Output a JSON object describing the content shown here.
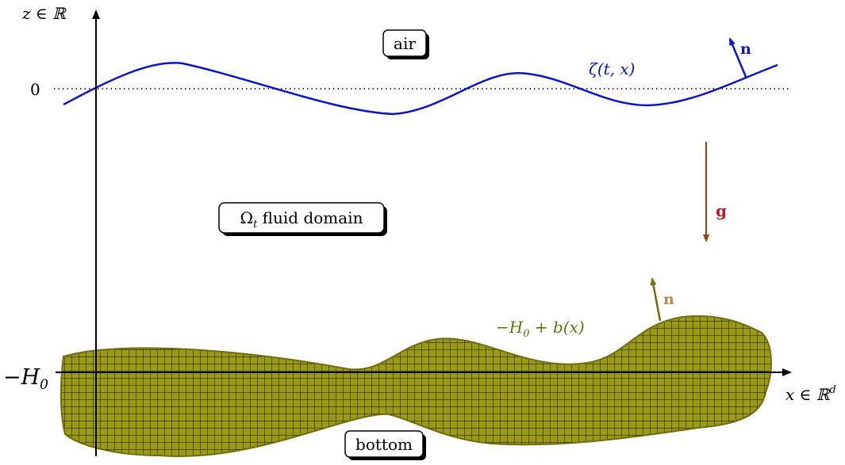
{
  "labels": {
    "z_axis": "z ∈ ℝ",
    "x_axis_base": "x ∈ ℝ",
    "x_axis_sup": "d",
    "zero": "0",
    "depth": "−H",
    "depth_sub": "0",
    "surface": "ζ(t, x)",
    "bottom_curve": "−H",
    "bottom_curve_sub": "0",
    "bottom_curve_rest": " + b(x)",
    "normal_surface": "n",
    "normal_bottom": "n",
    "gravity": "g",
    "air": "air",
    "fluid_symbol": "Ω",
    "fluid_symbol_sub": "t",
    "fluid_text": " fluid domain",
    "bottom": "bottom"
  },
  "colors": {
    "surface": "#0a14c8",
    "bottom_fill": "#9a9a14",
    "bottom_outline": "#6e6e0a",
    "bottom_grid": "#111111",
    "bottom_label": "#6e6e0a",
    "gravity_arrow": "#a33d0a",
    "gravity_label": "#c2162a",
    "bottom_normal_arrow": "#6e6e0a",
    "bottom_normal_label": "#b8894a",
    "axis": "#000000"
  }
}
